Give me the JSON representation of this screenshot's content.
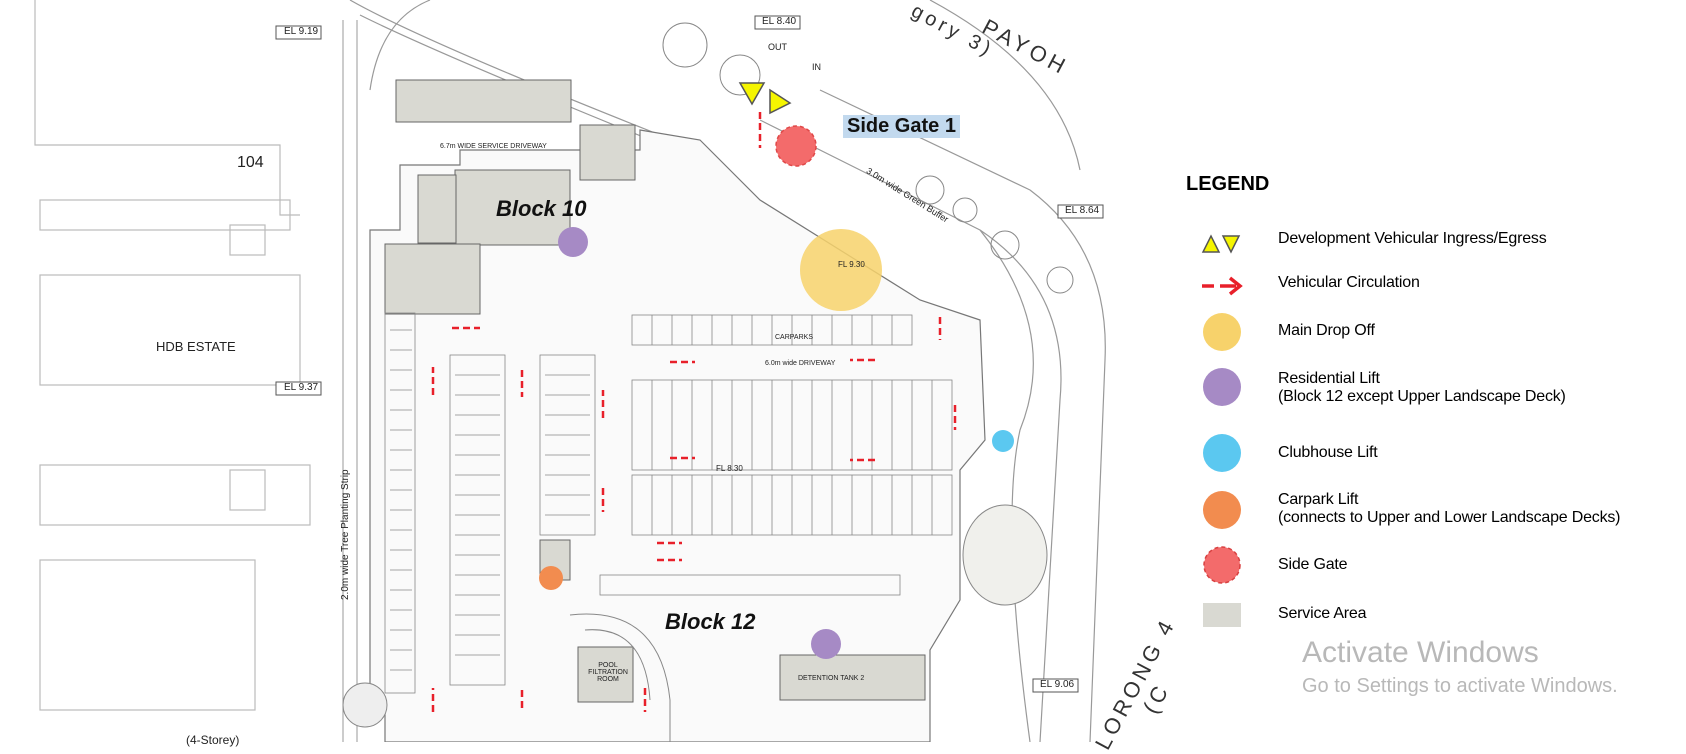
{
  "map": {
    "labels": {
      "block_10": "Block 10",
      "block_12": "Block 12",
      "side_gate": "Side Gate 1",
      "estate_104": "104",
      "hdb_estate": "HDB ESTATE",
      "road_top": "PAYOH",
      "road_top_partial": "gory 3)",
      "road_bottom": "LORONG 4",
      "road_bottom_partial": "(C",
      "storey": "(4-Storey)",
      "el_919": "EL 9.19",
      "el_937": "EL 9.37",
      "el_840": "EL 8.40",
      "el_864": "EL 8.64",
      "el_906": "EL 9.06",
      "planting_strip": "2.0m wide Tree Planting Strip",
      "green_buffer": "3.0m wide Green Buffer",
      "carparks": "CARPARKS",
      "driveway": "6.0m wide DRIVEWAY",
      "pool_room": "POOL FILTRATION ROOM",
      "detention_tank": "DETENTION TANK 2",
      "fl_930": "FL 9.30",
      "fl_830": "FL 8.30",
      "service_driveway": "6.7m WIDE SERVICE DRIVEWAY",
      "in": "IN",
      "out": "OUT"
    },
    "colors": {
      "drop_off": "#f7d26b",
      "residential_lift": "#a68ac5",
      "clubhouse_lift": "#5bc8f0",
      "carpark_lift": "#f28c4f",
      "side_gate": "#f36b6b",
      "service_area": "#d9d9d2",
      "arrow_red": "#e8202a",
      "triangle_yellow": "#f5f500"
    }
  },
  "legend": {
    "title": "LEGEND",
    "items": [
      {
        "icon": "ingress-egress-triangles-icon",
        "label": "Development Vehicular Ingress/Egress"
      },
      {
        "icon": "red-dashed-arrow-icon",
        "label": "Vehicular Circulation"
      },
      {
        "icon": "yellow-circle-icon",
        "label": "Main Drop Off"
      },
      {
        "icon": "purple-circle-icon",
        "label": "Residential Lift",
        "sublabel": "(Block 12 except Upper Landscape Deck)"
      },
      {
        "icon": "blue-circle-icon",
        "label": "Clubhouse Lift"
      },
      {
        "icon": "orange-circle-icon",
        "label": "Carpark Lift",
        "sublabel": "(connects to Upper and Lower Landscape Decks)"
      },
      {
        "icon": "red-dashed-circle-icon",
        "label": "Side Gate"
      },
      {
        "icon": "grey-square-icon",
        "label": "Service Area"
      }
    ]
  },
  "watermark": {
    "title": "Activate Windows",
    "subtitle": "Go to Settings to activate Windows."
  }
}
